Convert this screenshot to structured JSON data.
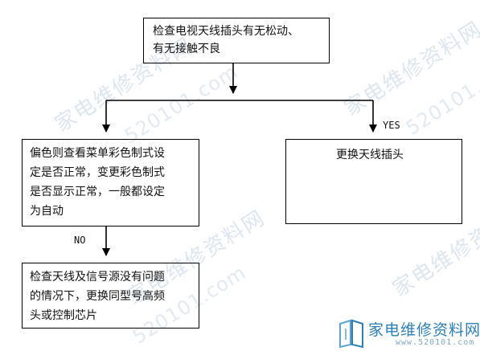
{
  "watermark": {
    "text": "家电维修资料网",
    "url": "520101.com"
  },
  "nodes": {
    "top": {
      "lines": [
        "检查电视天线插头有无松动、",
        "有无接触不良"
      ]
    },
    "left": {
      "lines": [
        "偏色则查看菜单彩色制式设",
        "定是否正常，变更彩色制式",
        "是否显示正常，一般都设定",
        "为自动"
      ]
    },
    "right": {
      "lines": [
        "更换天线插头"
      ]
    },
    "bottom": {
      "lines": [
        "检查天线及信号源没有问题",
        "的情况下，更换同型号高频",
        "头或控制芯片"
      ]
    }
  },
  "edge_labels": {
    "yes": "YES",
    "no": "NO"
  },
  "logo": {
    "name": "家电维修资料网",
    "url": "www.520101.com",
    "brand_color": "#2c7fb8"
  }
}
